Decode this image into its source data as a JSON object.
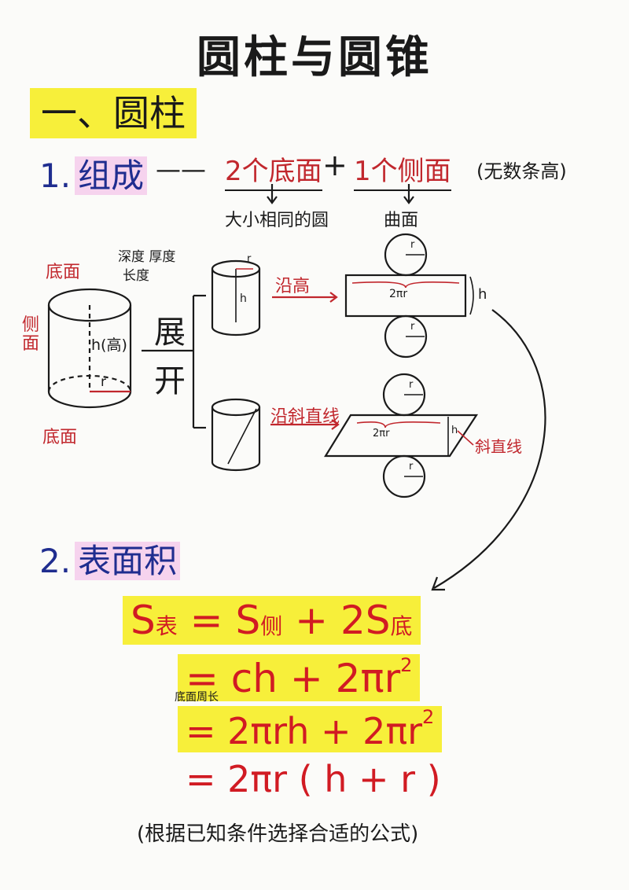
{
  "title": "圆柱与圆锥",
  "section1": {
    "label": "一、圆柱"
  },
  "composition": {
    "num": "1.",
    "label": "组成",
    "dash": "——",
    "part1": "2个底面",
    "plus": "+",
    "part2": "1个侧面",
    "note": "(无数条高)",
    "part1_desc": "大小相同的圆",
    "part2_desc": "曲面"
  },
  "diagram": {
    "bottom_face_top": "底面",
    "bottom_face_bottom": "底面",
    "side_face": "侧面",
    "depth_thickness": "深度 厚度",
    "length": "长度",
    "height_label": "h(高)",
    "radius": "r",
    "unfold_1": "展",
    "unfold_2": "开",
    "along_height": "沿高",
    "along_slant": "沿斜直线",
    "circumference": "2πr",
    "h": "h",
    "slant_line": "斜直线"
  },
  "surface": {
    "num": "2.",
    "label": "表面积",
    "line1_S": "S",
    "line1_sub_biao": "表",
    "line1_eq": "=",
    "line1_S2": "S",
    "line1_sub_ce": "侧",
    "line1_plus": "+",
    "line1_2S": "2S",
    "line1_sub_di": "底",
    "line2": "= ch + 2πr",
    "line2_annot": "底面周长",
    "line3": "= 2πrh + 2πr",
    "line4": "= 2πr ( h + r )",
    "sup2": "2",
    "footnote": "(根据已知条件选择合适的公式)"
  },
  "colors": {
    "highlight": "#f7ef3a",
    "red": "#c1272d",
    "blue": "#1f2d8f",
    "pink": "#f6d3ee"
  }
}
